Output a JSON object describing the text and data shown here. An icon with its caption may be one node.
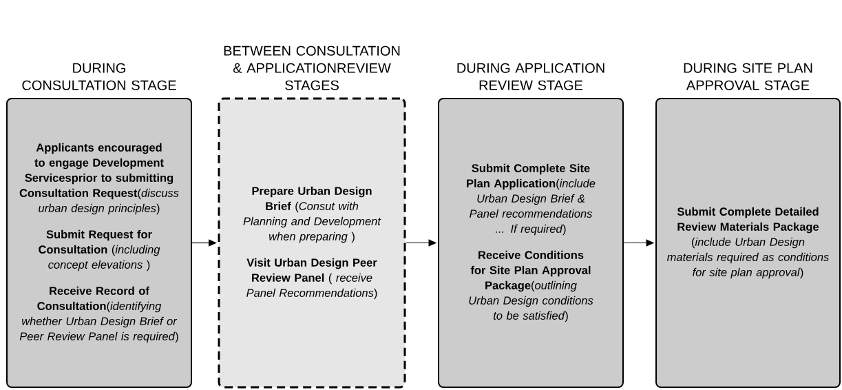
{
  "diagram": {
    "nodes": [
      {
        "text": [
          "DURING CONSULTATION STAGE",
          "**Applicants encouraged to engage Development Servicesprior to submitting Consultation Request**(*discuss urban design principles*)",
          "**Submit Request for Consultation** (*including concept elevations* )",
          "**Receive Record of Consultation**(*identifying whether Urban Design Brief or Peer Review Panel is required*)"
        ]
      },
      {
        "text": [
          "BETWEEN CONSULTATION & APPLICATIONREVIEW STAGES",
          "**Prepare Urban Design Brief** (*Consut with Planning and Development when preparing* )",
          "**Visit Urban Design Peer Review Panel** ( *receive Panel Recommendations*)"
        ]
      },
      {
        "text": [
          "DURING APPLICATION REVIEW STAGE",
          "**Submit Complete Site Plan Application**(*include Urban Design Brief & Panel recommendations ... If required*)",
          "**Receive Conditions for Site Plan Approval Package**(*outlining Urban Design conditions to be satisfied*)"
        ]
      },
      {
        "text": [
          "DURING SITE PLAN APPROVAL STAGE",
          "**Submit Complete Detailed Review Materials Package** (*include Urban Design materials required as conditions for site plan approval*)"
        ]
      }
    ],
    "edges": [
      {
        "from": 0,
        "to": 1,
        "arrow": "to"
      },
      {
        "from": 1,
        "to": 2,
        "arrow": "to"
      },
      {
        "from": 2,
        "to": 3,
        "arrow": "to"
      }
    ]
  }
}
